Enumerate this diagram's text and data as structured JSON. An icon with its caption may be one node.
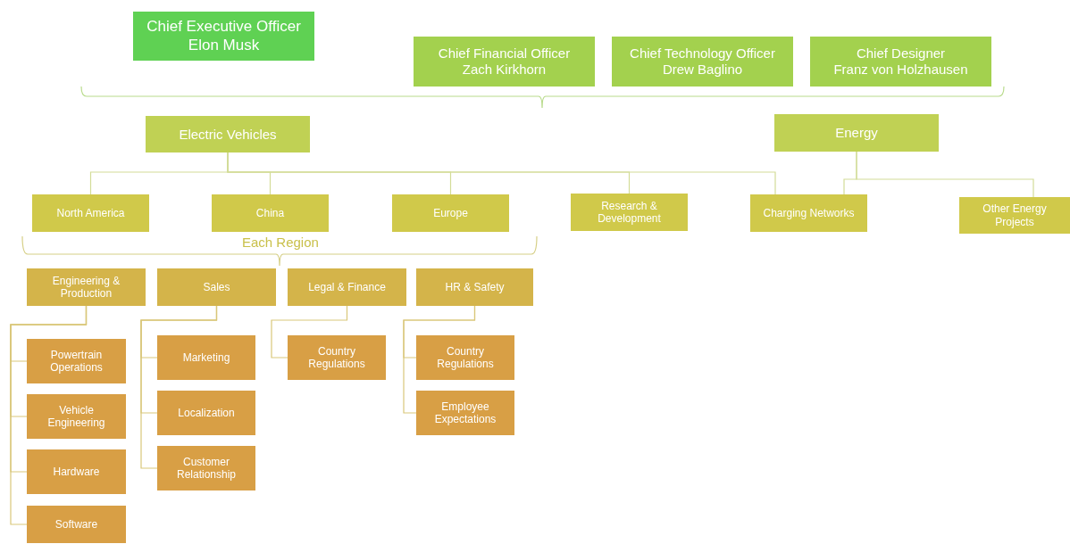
{
  "diagram": {
    "nodes": [
      {
        "text": [
          "Chief Executive Officer",
          "Elon Musk"
        ]
      },
      {
        "text": [
          "Chief Financial Officer",
          "Zach Kirkhorn"
        ]
      },
      {
        "text": [
          "Chief Technology Officer",
          "Drew Baglino"
        ]
      },
      {
        "text": [
          "Chief Designer",
          "Franz von Holzhausen"
        ]
      },
      {
        "text": [
          "Electric Vehicles"
        ]
      },
      {
        "text": [
          "Energy"
        ]
      },
      {
        "text": [
          "North America"
        ]
      },
      {
        "text": [
          "China"
        ]
      },
      {
        "text": [
          "Europe"
        ]
      },
      {
        "text": [
          "Research & Development"
        ]
      },
      {
        "text": [
          "Charging Networks"
        ]
      },
      {
        "text": [
          "Other Energy Projects"
        ]
      },
      {
        "text": [
          "Engineering & Production"
        ]
      },
      {
        "text": [
          "Sales"
        ]
      },
      {
        "text": [
          "Legal & Finance"
        ]
      },
      {
        "text": [
          "HR & Safety"
        ]
      },
      {
        "text": [
          "Powertrain Operations"
        ]
      },
      {
        "text": [
          "Vehicle Engineering"
        ]
      },
      {
        "text": [
          "Hardware"
        ]
      },
      {
        "text": [
          "Software"
        ]
      },
      {
        "text": [
          "Marketing"
        ]
      },
      {
        "text": [
          "Localization"
        ]
      },
      {
        "text": [
          "Customer Relationship"
        ]
      },
      {
        "text": [
          "Country Regulations"
        ]
      },
      {
        "text": [
          "Country Regulations"
        ]
      },
      {
        "text": [
          "Employee Expectations"
        ]
      }
    ],
    "edges": [
      {
        "from": 4,
        "to": 6,
        "arrow": "none"
      },
      {
        "from": 4,
        "to": 7,
        "arrow": "none"
      },
      {
        "from": 4,
        "to": 8,
        "arrow": "none"
      },
      {
        "from": 4,
        "to": 9,
        "arrow": "none"
      },
      {
        "from": 4,
        "to": 10,
        "arrow": "none"
      },
      {
        "from": 5,
        "to": 10,
        "arrow": "none"
      },
      {
        "from": 5,
        "to": 11,
        "arrow": "none"
      },
      {
        "from": 12,
        "to": 16,
        "arrow": "none"
      },
      {
        "from": 12,
        "to": 17,
        "arrow": "none"
      },
      {
        "from": 12,
        "to": 18,
        "arrow": "none"
      },
      {
        "from": 12,
        "to": 19,
        "arrow": "none"
      },
      {
        "from": 13,
        "to": 20,
        "arrow": "none"
      },
      {
        "from": 13,
        "to": 21,
        "arrow": "none"
      },
      {
        "from": 13,
        "to": 22,
        "arrow": "none"
      },
      {
        "from": 14,
        "to": 23,
        "arrow": "none"
      },
      {
        "from": 15,
        "to": 24,
        "arrow": "none"
      },
      {
        "from": 15,
        "to": 25,
        "arrow": "none"
      }
    ],
    "labels": [
      "Each Region"
    ]
  }
}
